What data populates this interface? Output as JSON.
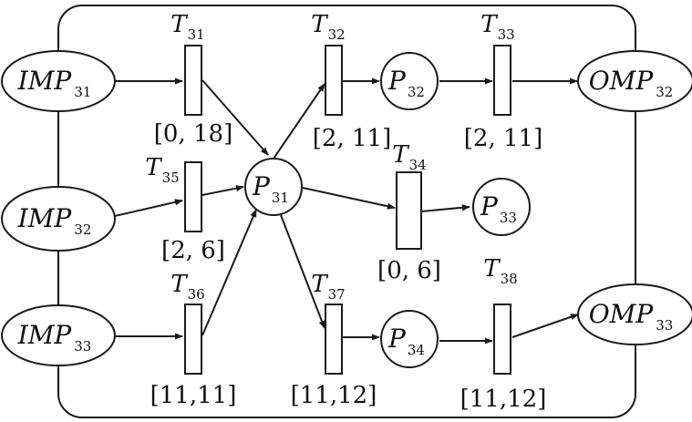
{
  "colors": {
    "stroke": "#1a1a1a",
    "background": "#ffffff",
    "text": "#111111"
  },
  "places": {
    "imp31": {
      "main": "IMP",
      "sub": "31"
    },
    "imp32": {
      "main": "IMP",
      "sub": "32"
    },
    "imp33": {
      "main": "IMP",
      "sub": "33"
    },
    "omp32": {
      "main": "OMP",
      "sub": "32"
    },
    "omp33": {
      "main": "OMP",
      "sub": "33"
    },
    "p31": {
      "main": "P",
      "sub": "31"
    },
    "p32": {
      "main": "P",
      "sub": "32"
    },
    "p33": {
      "main": "P",
      "sub": "33"
    },
    "p34": {
      "main": "P",
      "sub": "34"
    }
  },
  "transitions": {
    "t31": {
      "main": "T",
      "sub": "31",
      "interval": "[0, 18]"
    },
    "t32": {
      "main": "T",
      "sub": "32",
      "interval": "[2, 11]"
    },
    "t33": {
      "main": "T",
      "sub": "33",
      "interval": "[2, 11]"
    },
    "t34": {
      "main": "T",
      "sub": "34",
      "interval": "[0, 6]"
    },
    "t35": {
      "main": "T",
      "sub": "35",
      "interval": "[2, 6]"
    },
    "t36": {
      "main": "T",
      "sub": "36",
      "interval": "[11,11]"
    },
    "t37": {
      "main": "T",
      "sub": "37",
      "interval": "[11,12]"
    },
    "t38": {
      "main": "T",
      "sub": "38",
      "interval": "[11,12]"
    }
  }
}
